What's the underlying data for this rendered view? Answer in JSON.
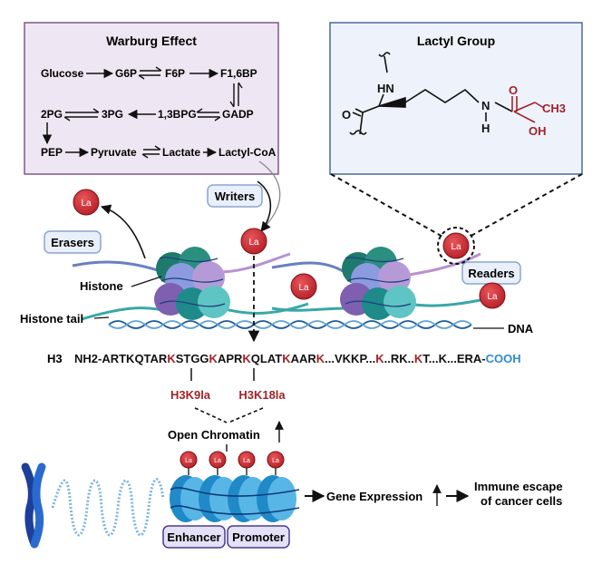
{
  "warburg": {
    "title": "Warburg Effect",
    "row1": {
      "glucose": "Glucose",
      "g6p": "G6P",
      "f6p": "F6P",
      "f16bp": "F1,6BP"
    },
    "row2": {
      "pg2": "2PG",
      "pg3": "3PG",
      "bpg13": "1,3BPG",
      "gadp": "GADP"
    },
    "row3": {
      "pep": "PEP",
      "pyruvate": "Pyruvate",
      "lactate": "Lactate",
      "lactylcoa": "Lactyl-CoA"
    }
  },
  "lactyl": {
    "title": "Lactyl Group",
    "atoms": {
      "hn": "HN",
      "o_left": "O",
      "n": "N",
      "h": "H",
      "o_top": "O",
      "ch3": "CH3",
      "oh": "OH"
    }
  },
  "labels": {
    "writers": "Writers",
    "erasers": "Erasers",
    "readers": "Readers",
    "histone": "Histone",
    "histone_tail": "Histone tail",
    "dna": "DNA",
    "la": "La",
    "open_chromatin": "Open Chromatin",
    "gene_expression": "Gene Expression",
    "immune_line1": "Immune escape",
    "immune_line2": "of cancer cells",
    "enhancer": "Enhancer",
    "promoter": "Promoter"
  },
  "sequence": {
    "prefix": "H3",
    "segments": [
      {
        "text": "NH2-ARTKQTAR",
        "kind": "plain"
      },
      {
        "text": "K",
        "kind": "lys"
      },
      {
        "text": "STGG",
        "kind": "plain"
      },
      {
        "text": "K",
        "kind": "lys"
      },
      {
        "text": "APR",
        "kind": "plain"
      },
      {
        "text": "K",
        "kind": "lys"
      },
      {
        "text": "QLAT",
        "kind": "plain"
      },
      {
        "text": "K",
        "kind": "lys"
      },
      {
        "text": "AAR",
        "kind": "plain"
      },
      {
        "text": "K",
        "kind": "lys"
      },
      {
        "text": "...VKKP...",
        "kind": "plain"
      },
      {
        "text": "K",
        "kind": "lys"
      },
      {
        "text": "..RK..",
        "kind": "plain"
      },
      {
        "text": "K",
        "kind": "lys"
      },
      {
        "text": "T...K...ERA-",
        "kind": "plain"
      },
      {
        "text": "COOH",
        "kind": "end"
      }
    ],
    "marks": {
      "h3k9": "H3K9la",
      "h3k18": "H3K18la"
    }
  },
  "colors": {
    "warburg_bg": "#efe6f3",
    "warburg_border": "#7d5a8c",
    "lactyl_bg": "#eef2fa",
    "lactyl_border": "#4a6a9a",
    "la_red": "#c8242b",
    "lys_red": "#a0242a",
    "cooh_blue": "#2f8ccc",
    "label_bg": "#eaf0fb",
    "label_border": "#8aa6d0",
    "tag_bg": "#e4e0f7",
    "tag_border": "#4a3c8a"
  },
  "icons": [
    "chromosome-icon",
    "nucleosome-icon",
    "la-badge-icon"
  ]
}
